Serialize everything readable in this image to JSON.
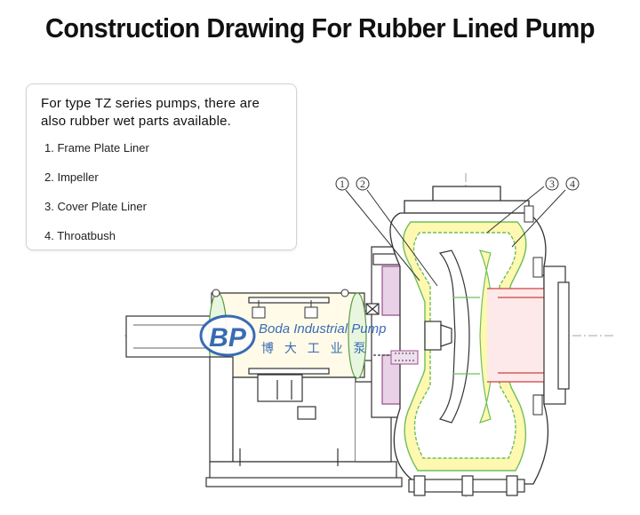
{
  "title": "Construction Drawing For Rubber Lined Pump",
  "info": {
    "intro_line1": "For type TZ series pumps, there are",
    "intro_line2": "also rubber wet parts available.",
    "parts": [
      "1. Frame Plate Liner",
      "2. Impeller",
      "3. Cover Plate Liner",
      "4. Throatbush"
    ]
  },
  "callouts": [
    "1",
    "2",
    "3",
    "4"
  ],
  "watermark": {
    "logo": "BP",
    "brand": "Boda Industrial Pump",
    "chinese": "博 大 工 业 泵",
    "color": "#2a5fb0"
  },
  "colors": {
    "rubber_lining": "#7fcf6a",
    "rubber_fill": "#fff8b0",
    "frame_plate_liner": "#9b4f8a",
    "pipe_red": "#d04040",
    "line": "#333333"
  }
}
